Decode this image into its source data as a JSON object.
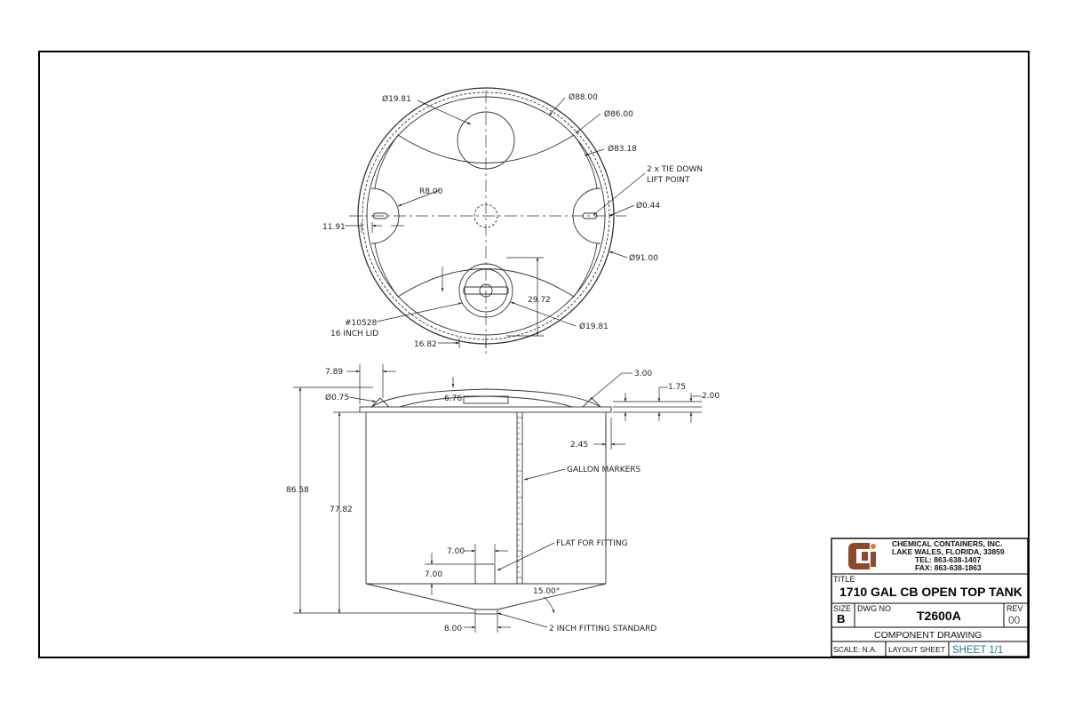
{
  "top_view": {
    "dia_19_81_top": "Ø19.81",
    "dia_88": "Ø88.00",
    "dia_86": "Ø86.00",
    "dia_83_18": "Ø83.18",
    "tie_down_line1": "2 x TIE DOWN",
    "tie_down_line2": "LIFT POINT",
    "r8": "R8.00",
    "dia_0_44": "Ø0.44",
    "d11_91": "11.91",
    "dia_91": "Ø91.00",
    "d29_72": "29.72",
    "lid_line1": "#10528",
    "lid_line2": "16 INCH LID",
    "dia_19_81_bottom": "Ø19.81",
    "d16_82": "16.82"
  },
  "side_view": {
    "d7_89": "7.89",
    "d3_00": "3.00",
    "d1_75": "1.75",
    "d2_00": "2.00",
    "dia_0_75": "Ø0.75",
    "d6_76": "6.76",
    "d2_45": "2.45",
    "gallon_markers": "GALLON MARKERS",
    "d86_58": "86.58",
    "d77_82": "77.82",
    "flat_for_fitting": "FLAT FOR FITTING",
    "d7_00_a": "7.00",
    "d7_00_b": "7.00",
    "angle_15": "15.00°",
    "d8_00": "8.00",
    "fitting_standard": "2 INCH FITTING STANDARD"
  },
  "title_block": {
    "company": "CHEMICAL CONTAINERS, INC.",
    "address": "LAKE WALES, FLORIDA, 33859",
    "tel": "TEL: 863-638-1407",
    "fax": "FAX: 863-638-1863",
    "title_label": "TITLE",
    "title": "1710 GAL CB OPEN TOP TANK",
    "size_label": "SIZE",
    "size": "B",
    "dwg_no_label": "DWG NO",
    "dwg_no": "T2600A",
    "rev_label": "REV",
    "rev": "00",
    "component": "COMPONENT DRAWING",
    "scale": "SCALE: N.A.",
    "layout": "LAYOUT SHEET",
    "sheet": "SHEET 1/1"
  },
  "colors": {
    "logo_brown": "#8b4a2b",
    "logo_orange": "#e07a2a",
    "sheet_teal": "#2b7a8c"
  }
}
